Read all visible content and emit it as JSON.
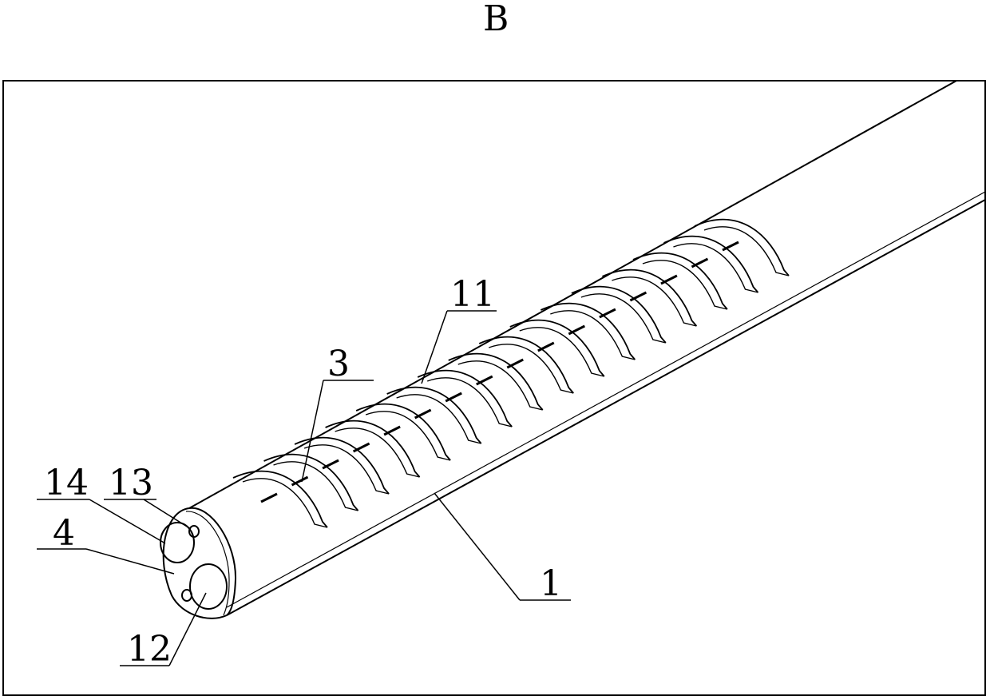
{
  "figure": {
    "title": "B",
    "labels": {
      "tube": "1",
      "slot": "11",
      "center_hole": "12",
      "small_hole": "13",
      "upper_hole": "14",
      "pin": "3",
      "end_face": "4"
    }
  },
  "slot_count": 16
}
